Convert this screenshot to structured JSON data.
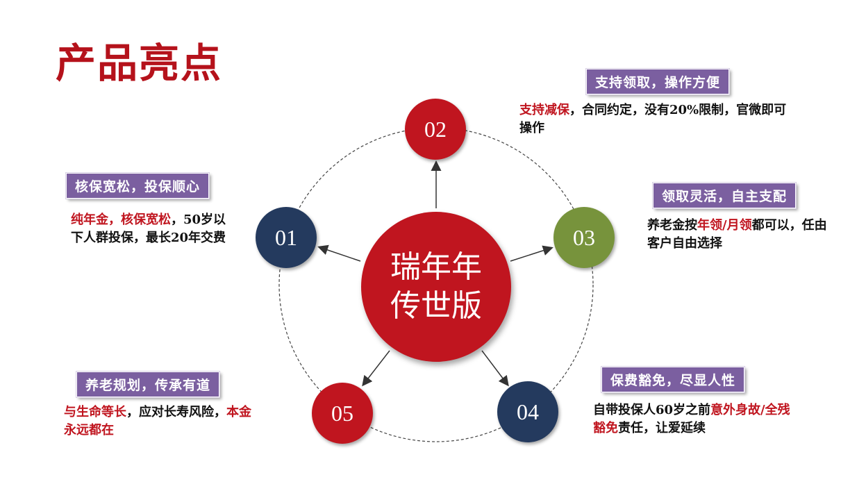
{
  "title": "产品亮点",
  "center": {
    "line1": "瑞年年",
    "line2": "传世版"
  },
  "nodes": {
    "n01": "01",
    "n02": "02",
    "n03": "03",
    "n04": "04",
    "n05": "05"
  },
  "features": {
    "f01": {
      "tag": "核保宽松，投保顺心",
      "highlight": "纯年金，核保宽松",
      "text": "，50岁以下人群投保，最长20年交费"
    },
    "f02": {
      "tag": "支持领取，操作方便",
      "highlight": "支持减保",
      "text": "，合同约定，没有20%限制，官微即可操作"
    },
    "f03": {
      "tag": "领取灵活，自主支配",
      "text_before": "养老金按",
      "highlight": "年领/月领",
      "text_after": "都可以，任由客户自由选择"
    },
    "f04": {
      "tag": "保费豁免，尽显人性",
      "text_before": "自带投保人60岁之前",
      "highlight": "意外身故/全残豁免",
      "text_after": "责任，让爱延续"
    },
    "f05": {
      "tag": "养老规划，传承有道",
      "highlight1": "与生命等长",
      "text": "，应对长寿风险，",
      "highlight2": "本金永远都在"
    }
  },
  "colors": {
    "red": "#c0151f",
    "navy": "#243a5e",
    "green": "#77933c",
    "tag_purple": "#7b5fa0",
    "title_red": "#b5121b"
  }
}
